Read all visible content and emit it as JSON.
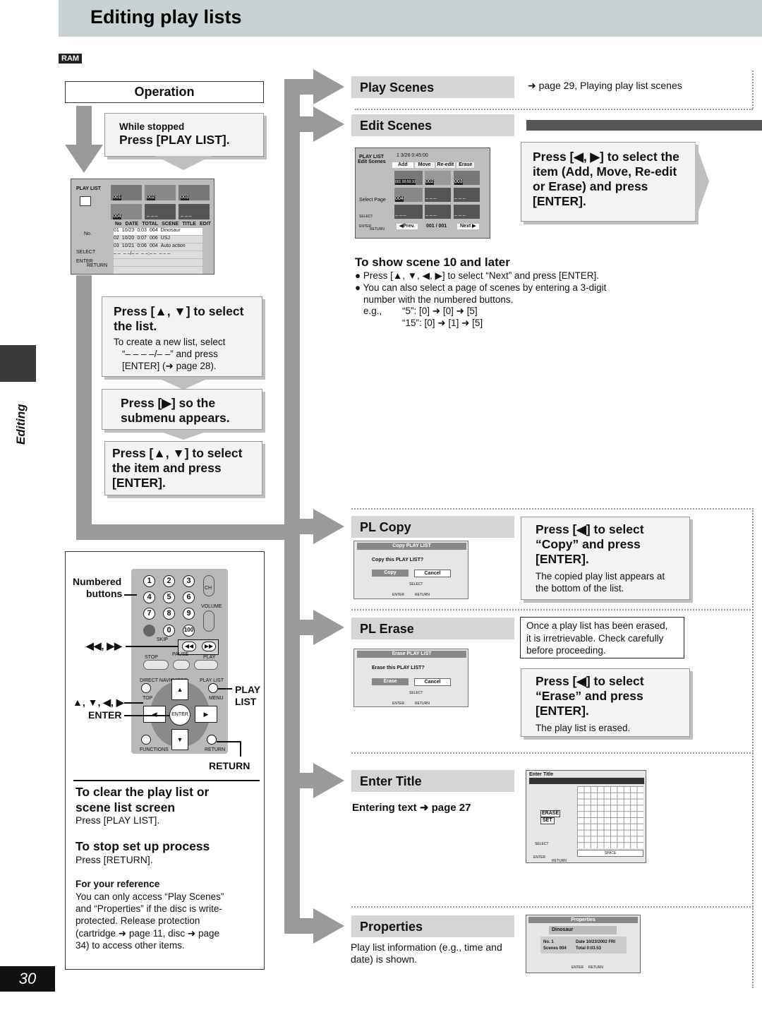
{
  "header": {
    "title": "Editing play lists"
  },
  "badge": "RAM",
  "side": {
    "tab": "Editing",
    "page": "30"
  },
  "operation": {
    "title": "Operation",
    "step1": {
      "pre": "While stopped",
      "main": "Press [PLAY LIST]."
    },
    "step2": {
      "main": "Press [▲, ▼] to select the list.",
      "note1": "To create a new list, select",
      "note2": "“– – – –/– –” and press",
      "note3": "[ENTER] (➜ page 28)."
    },
    "step3": {
      "main": "Press [▶] so the submenu appears."
    },
    "step4": {
      "main": "Press [▲, ▼] to select the item and press [ENTER]."
    }
  },
  "screen1": {
    "title": "PLAY LIST",
    "thumbs": [
      "001",
      "002",
      "003",
      "004",
      "– – –",
      "– – –"
    ],
    "cols": [
      "No",
      "DATE",
      "TOTAL",
      "SCENE",
      "TITLE",
      "EDIT"
    ],
    "rows": [
      [
        "01",
        "10/23",
        "0:03",
        "004",
        "Dinosaur"
      ],
      [
        "02",
        "10/20",
        "0:07",
        "006",
        "USJ"
      ],
      [
        "03",
        "10/21",
        "0:06",
        "004",
        "Auto action"
      ],
      [
        "– –",
        "– –/– –",
        "– –:– –",
        "– – –",
        ""
      ]
    ],
    "no_label": "No.",
    "select": "SELECT",
    "enter": "ENTER",
    "return": "RETURN"
  },
  "remote": {
    "labels": {
      "numbered": "Numbered",
      "buttons": "buttons",
      "skip": "◀◀, ▶▶",
      "arrows": "▲, ▼, ◀, ▶",
      "enter": "ENTER",
      "play": "PLAY",
      "list": "LIST",
      "return": "RETURN"
    },
    "keys": [
      "1",
      "2",
      "3",
      "4",
      "5",
      "6",
      "7",
      "8",
      "9",
      "0",
      "100"
    ],
    "small": {
      "ch": "CH",
      "volume": "VOLUME",
      "skip": "SKIP",
      "stop": "STOP",
      "pause": "PAUSE",
      "play": "PLAY",
      "direct": "DIRECT NAVIGATOR",
      "playlist": "PLAY LIST",
      "top": "TOP",
      "menu": "MENU",
      "enter": "ENTER",
      "functions": "FUNCTIONS",
      "ret": "RETURN"
    }
  },
  "clear": {
    "title1": "To clear the play list or",
    "title2": "scene list screen",
    "body": "Press [PLAY LIST].",
    "stop_title": "To stop set up process",
    "stop_body": "Press [RETURN].",
    "ref_title": "For your reference",
    "ref_body": [
      "You can only access “Play Scenes”",
      "and “Properties” if the disc is write-",
      "protected. Release protection",
      "(cartridge ➜ page 11, disc ➜ page",
      "34) to access other items."
    ]
  },
  "play_scenes": {
    "label": "Play Scenes",
    "ref": "➜ page 29, Playing play list scenes"
  },
  "edit_scenes": {
    "label": "Edit Scenes",
    "instr": "Press [◀, ▶] to select the item (Add, Move, Re-edit or Erase) and press [ENTER].",
    "screen": {
      "title1": "PLAY LIST",
      "title2": "Edit Scenes",
      "time": "1 3/26 0:45:00",
      "tabs": [
        "Add",
        "Move",
        "Re-edit",
        "Erase"
      ],
      "thumbs": [
        "001 00:00:10",
        "002",
        "003",
        "004",
        "– – –",
        "– – –",
        "– – –",
        "– – –",
        "– – –"
      ],
      "select_page": "Select Page",
      "select": "SELECT",
      "enter": "ENTER",
      "return": "RETURN",
      "prev": "◀Prev.",
      "page": "001 / 001",
      "next": "Next ▶"
    },
    "show10": {
      "title": "To show scene 10 and later",
      "b1": "Press [▲, ▼, ◀, ▶] to select “Next” and press [ENTER].",
      "b2a": "You can also select a page of scenes  by entering a 3-digit",
      "b2b": "number with the numbered buttons.",
      "eg": "e.g.,",
      "ex1": "“5”:   [0] ➜ [0] ➜ [5]",
      "ex2": "“15”:  [0] ➜ [1] ➜ [5]"
    }
  },
  "pl_copy": {
    "label": "PL Copy",
    "instr": "Press [◀] to select “Copy” and press [ENTER].",
    "note1": "The copied play list appears at",
    "note2": "the bottom of the list.",
    "screen": {
      "title": "Copy PLAY LIST",
      "q": "Copy this PLAY LIST?",
      "ok": "Copy",
      "cancel": "Cancel",
      "select": "SELECT",
      "enter": "ENTER",
      "return": "RETURN"
    }
  },
  "pl_erase": {
    "label": "PL Erase",
    "warn": [
      "Once a play list has been erased,",
      "it is irretrievable. Check carefully",
      "before proceeding."
    ],
    "instr": "Press [◀] to select “Erase” and press [ENTER].",
    "note": "The play list is erased.",
    "screen": {
      "title": "Erase PLAY LIST",
      "q": "Erase this PLAY LIST?",
      "ok": "Erase",
      "cancel": "Cancel",
      "select": "SELECT",
      "enter": "ENTER",
      "return": "RETURN"
    }
  },
  "enter_title": {
    "label": "Enter Title",
    "ref": "Entering text ➜ page 27",
    "screen": {
      "title": "Enter Title",
      "erase": "ERASE",
      "set": "SET",
      "space": "SPACE",
      "select": "SELECT",
      "enter": "ENTER",
      "return": "RETURN"
    }
  },
  "properties": {
    "label": "Properties",
    "desc1": "Play list information (e.g., time and",
    "desc2": "date) is shown.",
    "screen": {
      "title": "Properties",
      "name": "Dinosaur",
      "no": "No.      1",
      "scenes": "Scenes  004",
      "date": "Date   10/23/2002 FRI",
      "total": "Total   0:03.53",
      "enter": "ENTER",
      "return": "RETURN"
    }
  }
}
